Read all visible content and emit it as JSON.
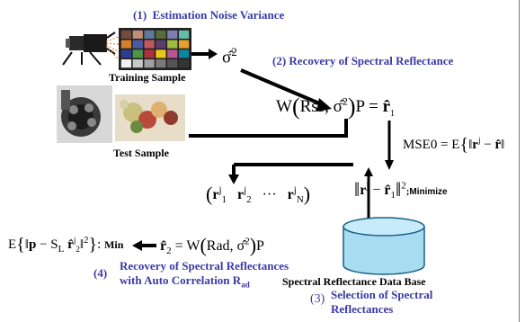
{
  "steps": {
    "s1": {
      "num": "(1)",
      "label": "Estimation Noise Variance"
    },
    "s2": {
      "label": "(2) Recovery of Spectral Reflectance"
    },
    "s3": {
      "num": "(3)",
      "line1": "Selection of Spectral",
      "line2": "Reflectances"
    },
    "s4": {
      "num": "(4)",
      "line1": "Recovery of Spectral Reflectances",
      "line2": "with Auto Correlation R",
      "line2_sub": "ad"
    }
  },
  "labels": {
    "training_sample": "Training Sample",
    "test_sample": "Test Sample",
    "database": "Spectral Reflectance Data Base"
  },
  "math": {
    "sigma_hat": "σ̂",
    "sigma_exp": "2",
    "wiener1_prefix": "W",
    "wiener1_args": "Rss, σ̂",
    "wiener1_suffix": "P = ",
    "r_hat": "r̂",
    "r_hat_sub": "1",
    "mse_lhs": "MSE0 = E",
    "mse_r": "r",
    "mse_r_sup": "j",
    "mse_minus": " − ",
    "rlist_r": "r",
    "rlist_sup": "j",
    "rlist_sub1": "1",
    "rlist_sub2": "2",
    "rlist_subN": "N",
    "rlist_dots": "···",
    "norm_r": "r",
    "norm_sup": "j",
    "norm_minus": " − ",
    "norm_rhat": "r̂",
    "norm_rhat_sub": "1",
    "minimize_label": "Minimize",
    "r2_lhs": "r̂",
    "r2_sub": "2",
    "r2_eq": " = W",
    "r2_args": "Rad, σ̂",
    "r2_suffix": "P",
    "eq_e": "E",
    "eq_p": "p",
    "eq_minus": " − S",
    "eq_sub_l": "L",
    "eq_rhat": "r̂",
    "eq_rsub": "2",
    "eq_rsup": "j",
    "min_label": "Min"
  },
  "checker_colors": [
    "#734d3c",
    "#c08d78",
    "#5f7a9a",
    "#5a6b3c",
    "#7f7faf",
    "#62bda9",
    "#d97e2a",
    "#4a5aa4",
    "#c0565f",
    "#5c3c6a",
    "#9ebd40",
    "#e5a12c",
    "#2c3d8f",
    "#4b9448",
    "#b0303a",
    "#e8c71c",
    "#bb5594",
    "#0a86a3",
    "#f2f2f0",
    "#c8c8c8",
    "#a0a0a0",
    "#7a7a7a",
    "#555555",
    "#343434"
  ]
}
